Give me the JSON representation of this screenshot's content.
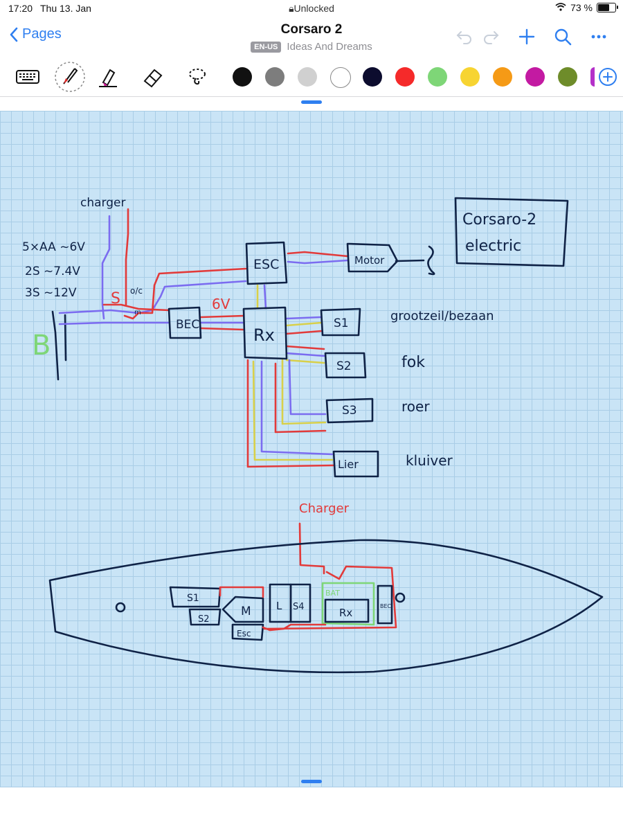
{
  "status": {
    "time": "17:20",
    "date": "Thu 13. Jan",
    "lock_text": "Unlocked",
    "battery": "73 %",
    "battery_level": 0.73
  },
  "nav": {
    "back_label": "Pages",
    "title": "Corsaro 2",
    "lang_badge": "EN-US",
    "subtitle": "Ideas And Dreams"
  },
  "toolbar": {
    "tools": [
      "keyboard-icon",
      "pen-icon",
      "highlighter-icon",
      "eraser-icon",
      "lasso-icon"
    ],
    "colors": [
      "#111111",
      "#7d7d7d",
      "#d0d0d0",
      "#ffffff",
      "#0c0c2e",
      "#f52a2a",
      "#7ed677",
      "#f7d432",
      "#f59a16",
      "#c31aa2",
      "#6e8c2a",
      "#b430c9"
    ]
  },
  "drawing": {
    "charger_top": "charger",
    "battery_options": [
      "5×AA ~6V",
      "2S ~7.4V",
      "3S ~12V"
    ],
    "switch_label": "S",
    "on_off": "o/c",
    "on_mark": "m",
    "battery_letter": "B",
    "bec": "BEC",
    "voltage": "6V",
    "esc": "ESC",
    "motor": "Motor",
    "rx": "Rx",
    "s1": "S1",
    "s2": "S2",
    "s3": "S3",
    "lier": "Lier",
    "s1_label": "grootzeil/bezaan",
    "s2_label": "fok",
    "s3_label": "roer",
    "lier_label": "kluiver",
    "title_box": "Corsaro-2 electric",
    "charger_bottom": "Charger",
    "hull_s1": "S1",
    "hull_s2": "S2",
    "hull_m": "M",
    "hull_esc": "Esc",
    "hull_l": "L",
    "hull_s4": "S4",
    "hull_bat": "BAT",
    "hull_rx": "Rx",
    "hull_bec": "BEC"
  }
}
